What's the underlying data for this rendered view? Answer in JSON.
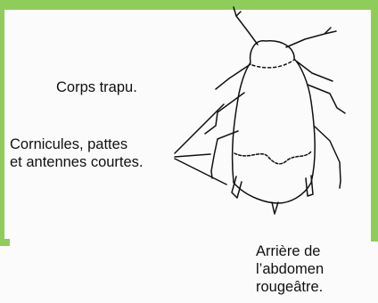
{
  "diagram": {
    "labels": {
      "body": "Corps trapu.",
      "appendages": "Cornicules, pattes\net antennes courtes.",
      "abdomen": "Arrière de\nl’abdomen\nrougeâtre."
    },
    "colors": {
      "frame": "#8fcd5a",
      "ink": "#111111",
      "background": "#fbfbfb"
    }
  }
}
